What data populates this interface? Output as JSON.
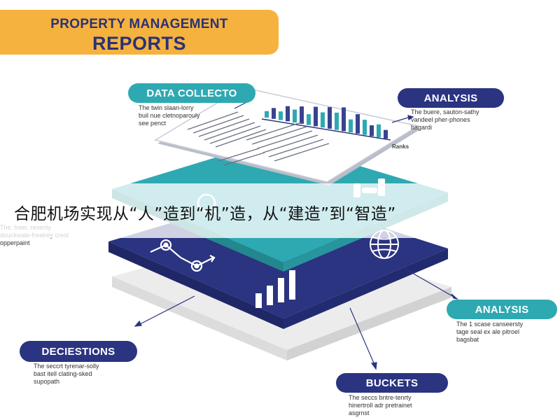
{
  "title": {
    "line1": "PROPERTY MANAGEMENT",
    "line2": "REPORTS"
  },
  "labels": {
    "data_collecto": "DATA COLLECTO",
    "analysis_top": "ANALYSIS",
    "analysis_right": "ANALYSIS",
    "deciestions": "DECIESTIONS",
    "buckets": "BUCKETS"
  },
  "descriptions": {
    "data_collecto": "The twin slaan-lorry\nbuil nue cletnoparouly\nsee penct",
    "analysis_top": "The buere, sauton-sathy\nvandeel pher-phones\nbagardi",
    "left_middle": "The, treer, reventy\ndouckwale-freatrey crest\nopperpaint",
    "analysis_right": "The 1 scase canseersty\ntage seal ex ale pitroel\nbagsbat",
    "deciestions": "The seccrt tyrenar-solly\nbast itell clating-sked\nsupopath",
    "buckets": "The seccs bntre-tenrty\nhinertroll adr pretrainet\nasgrnst"
  },
  "report_badge": "Ranks",
  "overlay_caption": "合肥机场实现从“人”造到“机”造，从“建造”到“智造”",
  "colors": {
    "teal": "#2ea9b2",
    "navy": "#2b3481",
    "orange": "#f6b23e",
    "gray_layer": "#e6e6e6"
  },
  "report_chart_data": {
    "type": "bar",
    "values": [
      3,
      5,
      4,
      7,
      6,
      8,
      5,
      9,
      7,
      10,
      8,
      11,
      6,
      9,
      7,
      5,
      6,
      4
    ]
  },
  "layer_icon_chart": {
    "type": "bar",
    "values": [
      3,
      4,
      5,
      6
    ]
  }
}
